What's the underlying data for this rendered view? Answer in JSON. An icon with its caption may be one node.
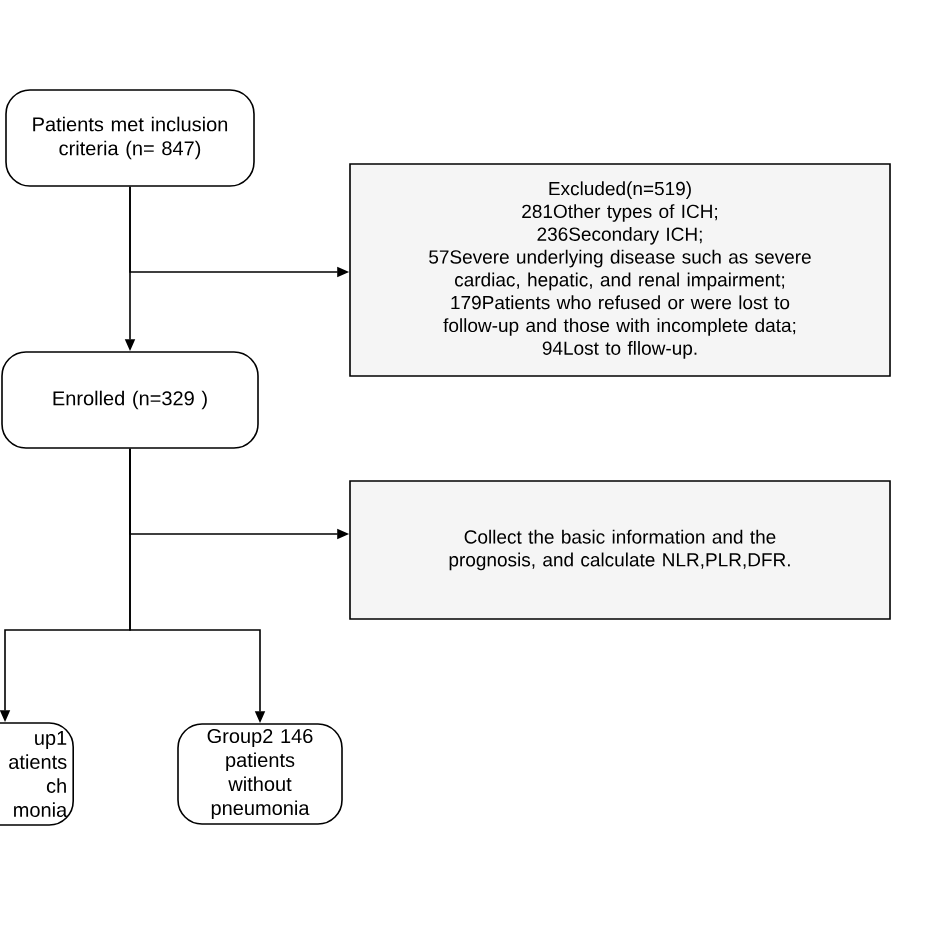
{
  "diagram": {
    "nodes": [
      {
        "text": [
          "Patients met inclusion criteria (n= 847)"
        ]
      },
      {
        "text": [
          "Excluded(n=519)",
          "281Other types of ICH;",
          "236Secondary ICH;",
          "57Severe underlying disease such as severe cardiac, hepatic, and renal impairment;",
          "179Patients who refused or were lost to follow-up and those with incomplete data;",
          "94Lost to fllow-up."
        ]
      },
      {
        "text": [
          "Enrolled (n=329 )"
        ]
      },
      {
        "text": [
          "Collect the basic information and the prognosis, and calculate NLR,PLR,DFR."
        ]
      },
      {
        "text": [
          "up1 atients ch monia"
        ]
      },
      {
        "text": [
          "Group2 146 patients without pneumonia"
        ]
      }
    ],
    "edges": [
      {
        "from": 0,
        "to": 2,
        "arrow": "to"
      },
      {
        "from": 0,
        "to": 1,
        "arrow": "to"
      },
      {
        "from": 2,
        "to": 3,
        "arrow": "to"
      },
      {
        "from": 2,
        "to": 4,
        "arrow": "to"
      },
      {
        "from": 2,
        "to": 5,
        "arrow": "to"
      }
    ]
  }
}
